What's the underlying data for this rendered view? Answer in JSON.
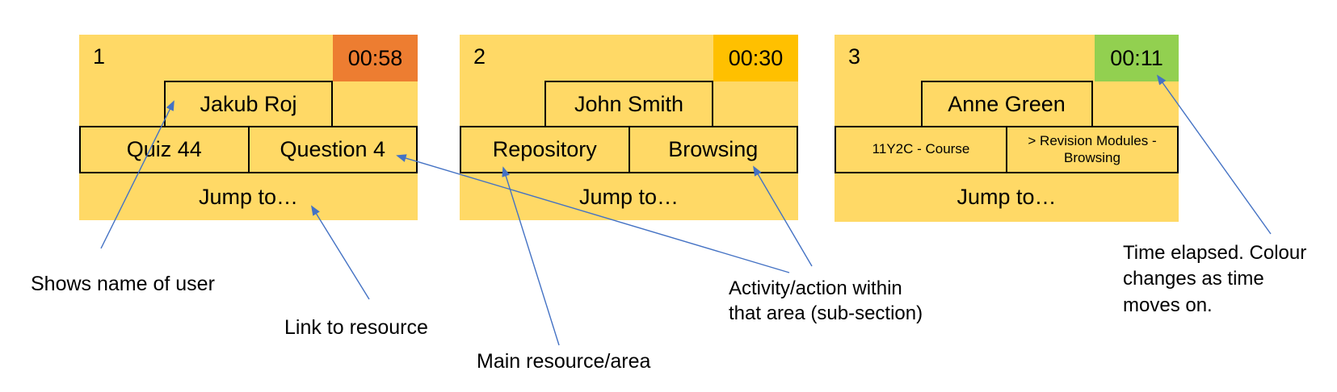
{
  "colors": {
    "card_bg": "#FFD966",
    "box_border": "#000000",
    "arrow_blue": "#4472C4",
    "timer_orange": "#ED7D31",
    "timer_amber": "#FFC000",
    "timer_green": "#92D050"
  },
  "cards": [
    {
      "number": "1",
      "time": "00:58",
      "time_color": "#ED7D31",
      "user": "Jakub Roj",
      "resource": "Quiz 44",
      "activity": "Question 4",
      "jump": "Jump to…"
    },
    {
      "number": "2",
      "time": "00:30",
      "time_color": "#FFC000",
      "user": "John Smith",
      "resource": "Repository",
      "activity": "Browsing",
      "jump": "Jump to…"
    },
    {
      "number": "3",
      "time": "00:11",
      "time_color": "#92D050",
      "user": "Anne Green",
      "resource": "11Y2C - Course",
      "activity": "> Revision Modules - Browsing",
      "jump": "Jump to…"
    }
  ],
  "annotations": {
    "user_name": "Shows name of user",
    "link": "Link to resource",
    "main_resource": "Main resource/area",
    "activity_line1": "Activity/action within",
    "activity_line2": "that area (sub-section)",
    "time_line1": "Time elapsed. Colour",
    "time_line2": "changes as time",
    "time_line3": "moves on."
  }
}
